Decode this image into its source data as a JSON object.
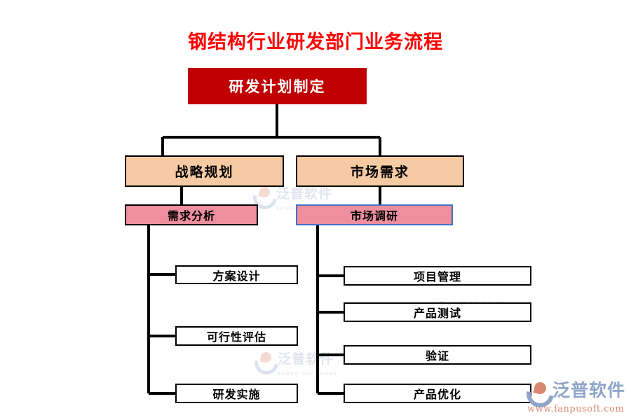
{
  "title": "钢结构行业研发部门业务流程",
  "colors": {
    "title": "#FF0000",
    "root_fill": "#C00000",
    "root_text": "#FFFFFF",
    "level2_fill": "#F6CBA3",
    "level3_fill": "#EE8E9E",
    "level3_blue_border": "#4472C4",
    "leaf_fill": "#FFFFFF",
    "line": "#000000",
    "watermark": "#9AA9C4",
    "logo_accent": "#D98A6E"
  },
  "nodes": {
    "root": {
      "label": "研发计划制定"
    },
    "level2": [
      {
        "label": "战略规划"
      },
      {
        "label": "市场需求"
      }
    ],
    "level3": [
      {
        "label": "需求分析",
        "border": "black"
      },
      {
        "label": "市场调研",
        "border": "blue"
      }
    ],
    "left_leaves": [
      {
        "label": "方案设计"
      },
      {
        "label": "可行性评估"
      },
      {
        "label": "研发实施"
      }
    ],
    "right_leaves": [
      {
        "label": "项目管理"
      },
      {
        "label": "产品测试"
      },
      {
        "label": "验证"
      },
      {
        "label": "产品优化"
      }
    ]
  },
  "watermarks": [
    {
      "cn": "泛普软件",
      "en": "FANPU SOFTWARE"
    },
    {
      "cn": "泛普软件",
      "en": "FANPU SOFTWARE"
    },
    {
      "cn": "泛普软件",
      "en": "FANPU SOFTWARE"
    }
  ],
  "logo": {
    "name": "泛普软件",
    "url": "www.fanpusoft.com"
  }
}
